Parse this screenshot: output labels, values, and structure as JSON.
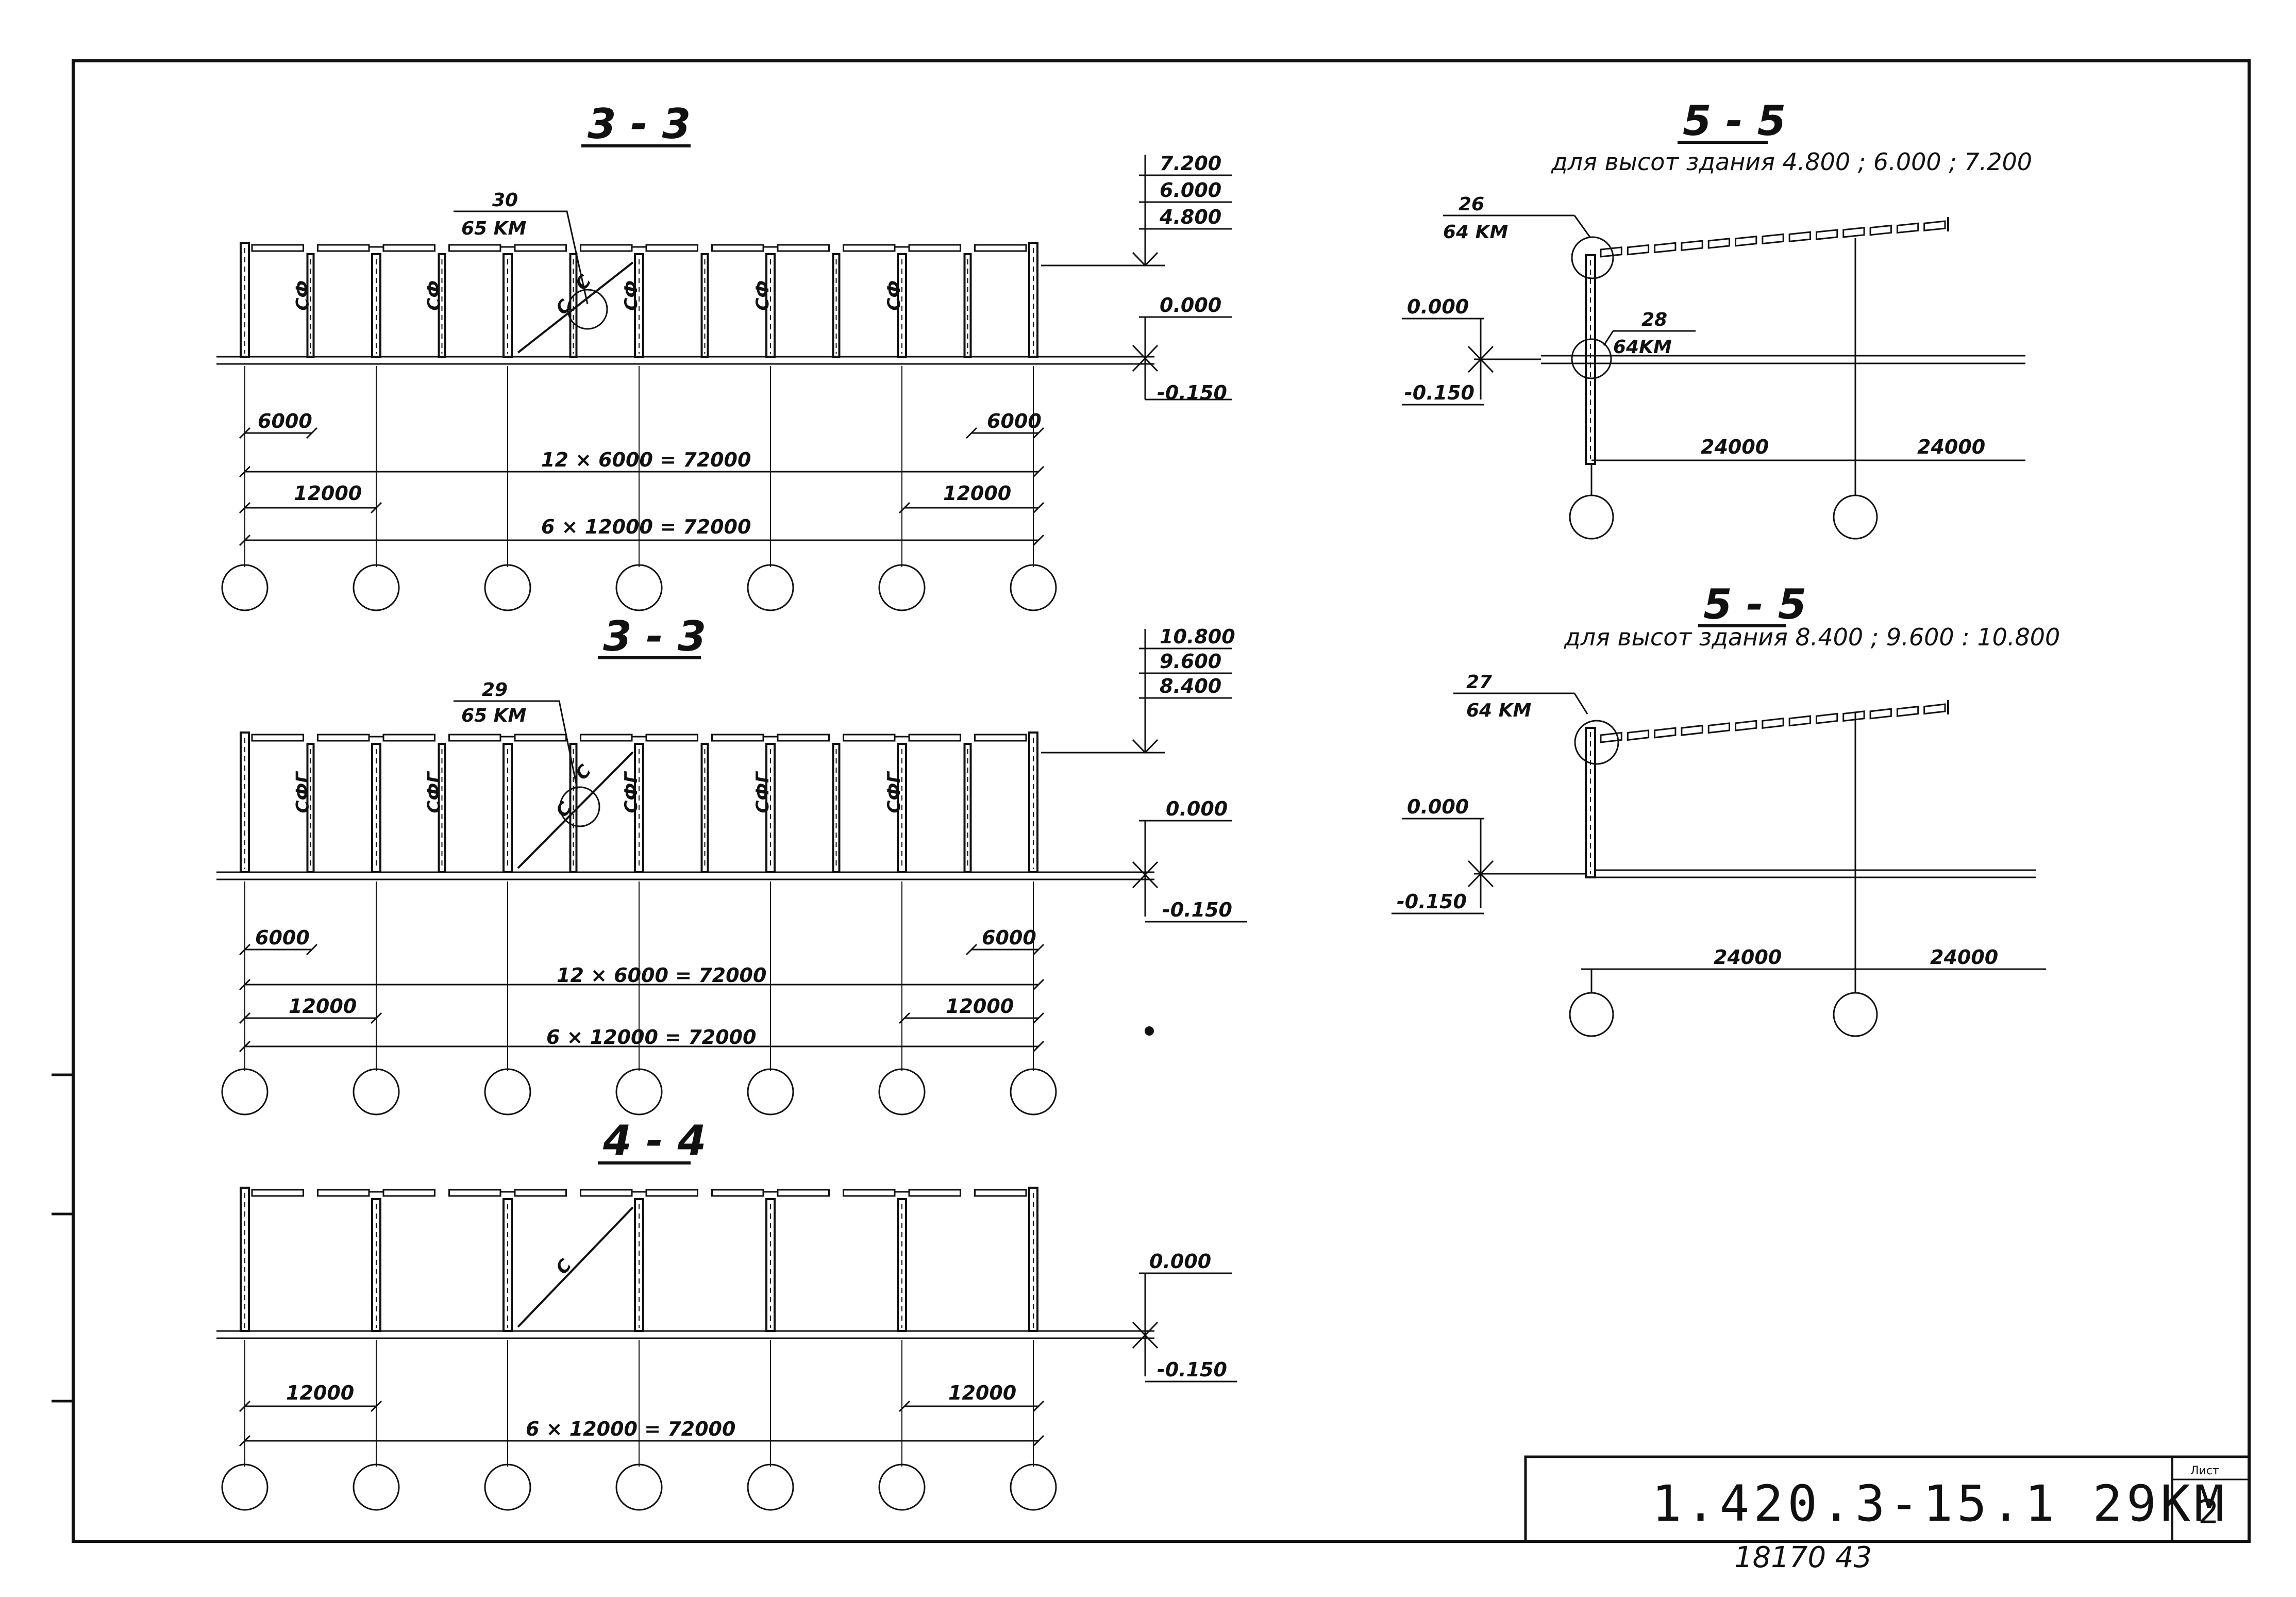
{
  "sections": {
    "s33a": {
      "title": "3 - 3",
      "levels": [
        "7.200",
        "6.000",
        "4.800"
      ],
      "zero": "0.000",
      "minus": "-0.150",
      "node": {
        "num": "30",
        "ref": "65 KM"
      },
      "dims": {
        "end_6000_left": "6000",
        "end_6000_right": "6000",
        "span_total_6": "12 × 6000 = 72000",
        "end_12000_left": "12000",
        "end_12000_right": "12000",
        "span_total_12": "6 × 12000 = 72000"
      },
      "panel": "СФ",
      "brace": "С"
    },
    "s33b": {
      "title": "3 - 3",
      "levels": [
        "10.800",
        "9.600",
        "8.400"
      ],
      "zero": "0.000",
      "minus": "-0.150",
      "node": {
        "num": "29",
        "ref": "65 KM"
      },
      "dims": {
        "end_6000_left": "6000",
        "end_6000_right": "6000",
        "span_total_6": "12 × 6000 = 72000",
        "end_12000_left": "12000",
        "end_12000_right": "12000",
        "span_total_12": "6 × 12000 = 72000"
      },
      "panel": "СФГ",
      "brace": "С"
    },
    "s44": {
      "title": "4 - 4",
      "zero": "0.000",
      "minus": "-0.150",
      "dims": {
        "end_12000_left": "12000",
        "end_12000_right": "12000",
        "span_total_12": "6 × 12000 = 72000"
      },
      "brace": "С"
    },
    "s55a": {
      "title": "5 - 5",
      "subtitle": "для высот здания 4.800 ; 6.000 ; 7.200",
      "zero": "0.000",
      "minus": "-0.150",
      "node_top": {
        "num": "26",
        "ref": "64 KM"
      },
      "node_base": {
        "num": "28",
        "ref": "64KM"
      },
      "spans": [
        "24000",
        "24000"
      ]
    },
    "s55b": {
      "title": "5 - 5",
      "subtitle": "для высот здания 8.400 ; 9.600 : 10.800",
      "zero": "0.000",
      "minus": "-0.150",
      "node_top": {
        "num": "27",
        "ref": "64 KM"
      },
      "spans": [
        "24000",
        "24000"
      ]
    }
  },
  "stamp": {
    "code": "1.420.3-15.1  29KM",
    "sheet_label": "Лист",
    "sheet_number": "2",
    "footer": "18170   43"
  }
}
